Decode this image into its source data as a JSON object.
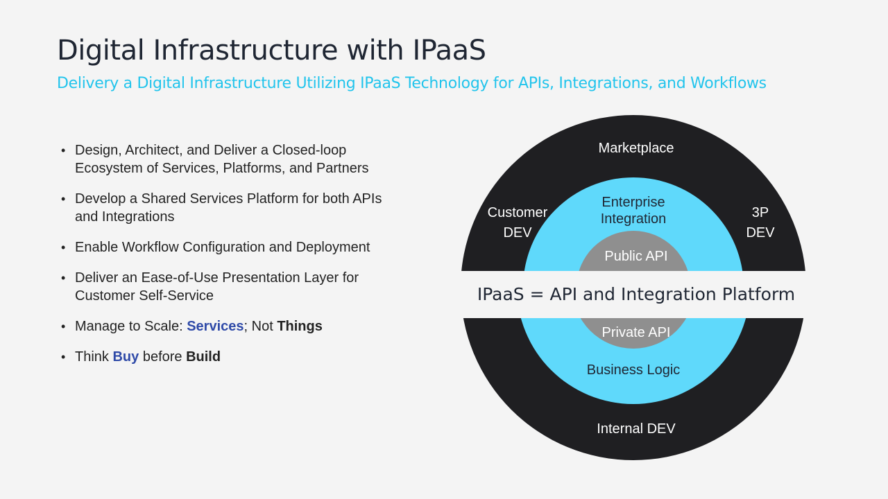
{
  "slide": {
    "title": "Digital Infrastructure with IPaaS",
    "subtitle": "Delivery a Digital Infrastructure Utilizing IPaaS Technology for APIs, Integrations, and Workflows"
  },
  "bullets": [
    {
      "parts": [
        {
          "text": "Design, Architect, and Deliver a Closed-loop Ecosystem of Services, Platforms, and Partners"
        }
      ]
    },
    {
      "parts": [
        {
          "text": "Develop a Shared Services Platform for both APIs and Integrations"
        }
      ]
    },
    {
      "parts": [
        {
          "text": "Enable Workflow Configuration and Deployment"
        }
      ]
    },
    {
      "parts": [
        {
          "text": "Deliver an Ease-of-Use Presentation Layer for Customer Self-Service"
        }
      ]
    },
    {
      "parts": [
        {
          "text": "Manage to Scale: "
        },
        {
          "text": "Services",
          "style": "hl"
        },
        {
          "text": "; Not "
        },
        {
          "text": "Things",
          "style": "bd"
        }
      ]
    },
    {
      "parts": [
        {
          "text": "Think "
        },
        {
          "text": "Buy",
          "style": "hl"
        },
        {
          "text": " before "
        },
        {
          "text": "Build",
          "style": "bd"
        }
      ]
    }
  ],
  "diagram": {
    "outer_ring": {
      "marketplace": "Marketplace",
      "customer_dev": [
        "Customer",
        "DEV"
      ],
      "third_party_dev": [
        "3P",
        "DEV"
      ],
      "internal_dev": "Internal DEV"
    },
    "middle_ring": {
      "enterprise_integration": [
        "Enterprise",
        "Integration"
      ],
      "business_logic": "Business Logic"
    },
    "core": {
      "public_api": "Public API",
      "private_api": "Private API"
    },
    "band": "IPaaS = API and Integration Platform",
    "colors": {
      "outer": "#1f1f22",
      "middle": "#5fd9fb",
      "core": "#8f8f8f",
      "band": "#f4f4f4"
    }
  }
}
